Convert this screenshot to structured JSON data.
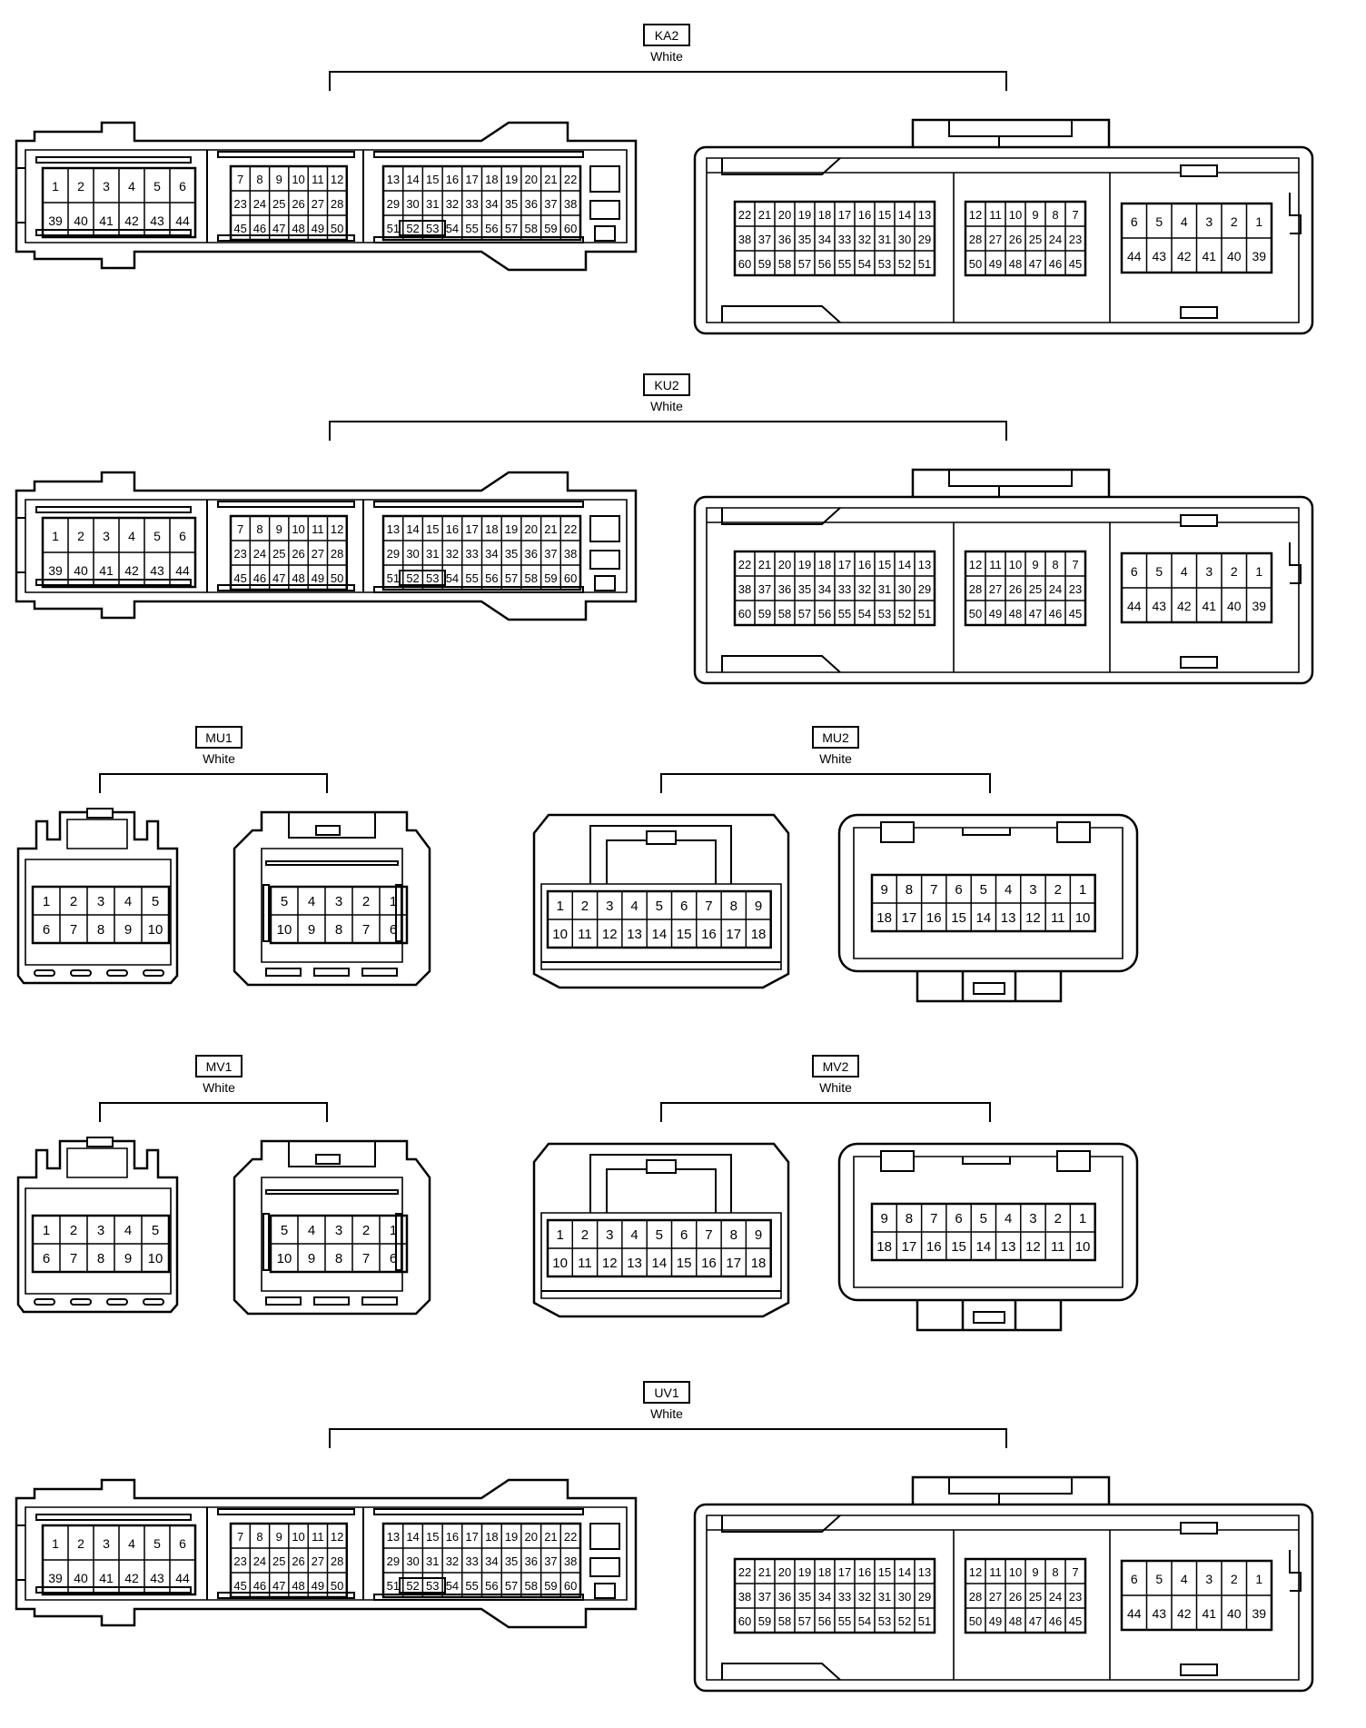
{
  "groups": [
    {
      "id": "KA2",
      "color": "White",
      "kind": "ecu"
    },
    {
      "id": "KU2",
      "color": "White",
      "kind": "ecu"
    },
    {
      "id": "MU1",
      "color": "White",
      "kind": "small10"
    },
    {
      "id": "MU2",
      "color": "White",
      "kind": "medium18"
    },
    {
      "id": "MV1",
      "color": "White",
      "kind": "small10"
    },
    {
      "id": "MV2",
      "color": "White",
      "kind": "medium18"
    },
    {
      "id": "UV1",
      "color": "White",
      "kind": "ecu"
    }
  ],
  "ecu_male": {
    "block1": [
      [
        "1",
        "2",
        "3",
        "4",
        "5",
        "6"
      ],
      [
        "39",
        "40",
        "41",
        "42",
        "43",
        "44"
      ]
    ],
    "block2": [
      [
        "7",
        "8",
        "9",
        "10",
        "11",
        "12"
      ],
      [
        "23",
        "24",
        "25",
        "26",
        "27",
        "28"
      ],
      [
        "45",
        "46",
        "47",
        "48",
        "49",
        "50"
      ]
    ],
    "block3": [
      [
        "13",
        "14",
        "15",
        "16",
        "17",
        "18",
        "19",
        "20",
        "21",
        "22"
      ],
      [
        "29",
        "30",
        "31",
        "32",
        "33",
        "34",
        "35",
        "36",
        "37",
        "38"
      ],
      [
        "51",
        "52",
        "53",
        "54",
        "55",
        "56",
        "57",
        "58",
        "59",
        "60"
      ]
    ]
  },
  "ecu_female": {
    "block1": [
      [
        "22",
        "21",
        "20",
        "19",
        "18",
        "17",
        "16",
        "15",
        "14",
        "13"
      ],
      [
        "38",
        "37",
        "36",
        "35",
        "34",
        "33",
        "32",
        "31",
        "30",
        "29"
      ],
      [
        "60",
        "59",
        "58",
        "57",
        "56",
        "55",
        "54",
        "53",
        "52",
        "51"
      ]
    ],
    "block2": [
      [
        "12",
        "11",
        "10",
        "9",
        "8",
        "7"
      ],
      [
        "28",
        "27",
        "26",
        "25",
        "24",
        "23"
      ],
      [
        "50",
        "49",
        "48",
        "47",
        "46",
        "45"
      ]
    ],
    "block3": [
      [
        "6",
        "5",
        "4",
        "3",
        "2",
        "1"
      ],
      [
        "44",
        "43",
        "42",
        "41",
        "40",
        "39"
      ]
    ]
  },
  "small10_male": [
    [
      "1",
      "2",
      "3",
      "4",
      "5"
    ],
    [
      "6",
      "7",
      "8",
      "9",
      "10"
    ]
  ],
  "small10_female": [
    [
      "5",
      "4",
      "3",
      "2",
      "1"
    ],
    [
      "10",
      "9",
      "8",
      "7",
      "6"
    ]
  ],
  "medium18_male": [
    [
      "1",
      "2",
      "3",
      "4",
      "5",
      "6",
      "7",
      "8",
      "9"
    ],
    [
      "10",
      "11",
      "12",
      "13",
      "14",
      "15",
      "16",
      "17",
      "18"
    ]
  ],
  "medium18_female": [
    [
      "9",
      "8",
      "7",
      "6",
      "5",
      "4",
      "3",
      "2",
      "1"
    ],
    [
      "18",
      "17",
      "16",
      "15",
      "14",
      "13",
      "12",
      "11",
      "10"
    ]
  ]
}
